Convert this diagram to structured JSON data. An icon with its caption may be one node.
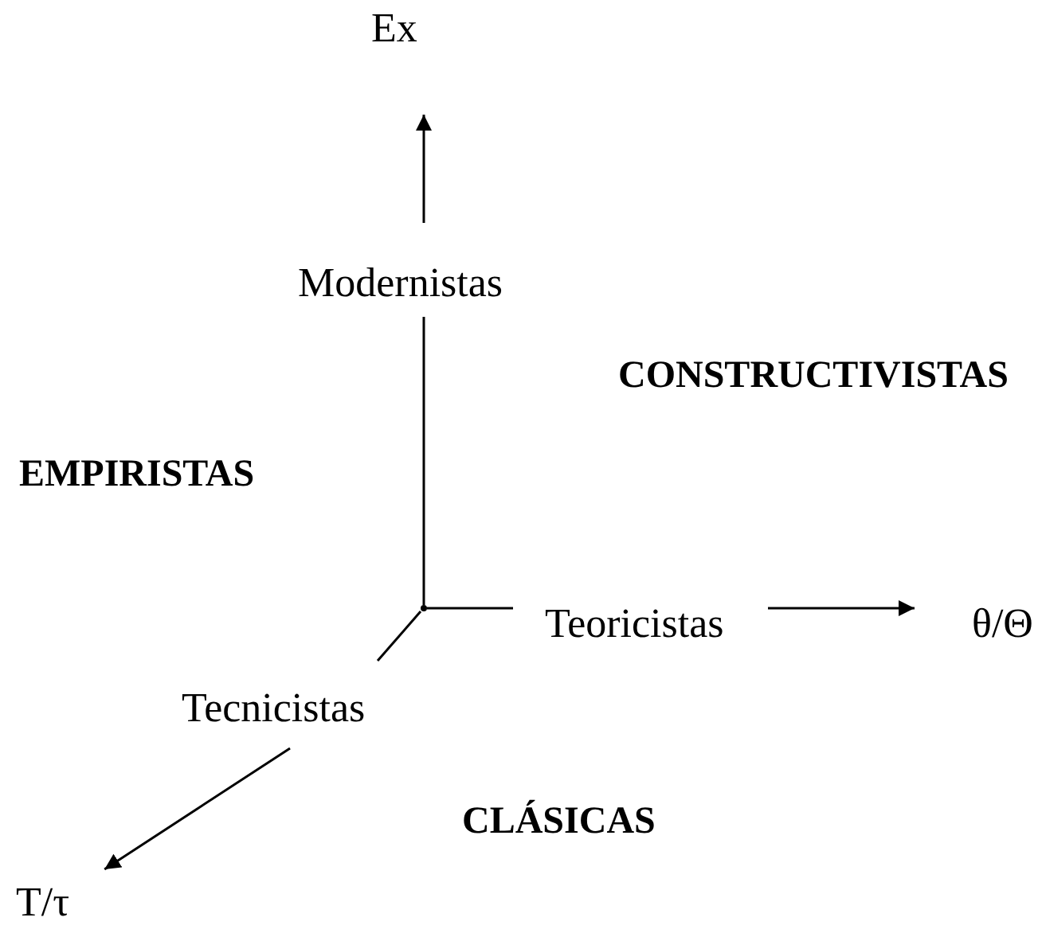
{
  "diagram": {
    "nodes": [
      {
        "text": [
          "Ex"
        ]
      },
      {
        "text": [
          "Modernistas"
        ]
      },
      {
        "text": [],
        "shape": "point"
      },
      {
        "text": [
          "Teoricistas"
        ]
      },
      {
        "text": [
          "θ/Θ"
        ]
      },
      {
        "text": [
          "Tecnicistas"
        ]
      },
      {
        "text": [
          "T/τ"
        ]
      }
    ],
    "edges": [
      {
        "from": 2,
        "to": 1,
        "arrow": "none"
      },
      {
        "from": 1,
        "to": 0,
        "arrow": "to"
      },
      {
        "from": 2,
        "to": 3,
        "arrow": "none"
      },
      {
        "from": 3,
        "to": 4,
        "arrow": "to"
      },
      {
        "from": 2,
        "to": 5,
        "arrow": "none"
      },
      {
        "from": 5,
        "to": 6,
        "arrow": "to"
      }
    ],
    "labels": [
      "CONSTRUCTIVISTAS",
      "EMPIRISTAS",
      "CLÁSICAS"
    ]
  }
}
